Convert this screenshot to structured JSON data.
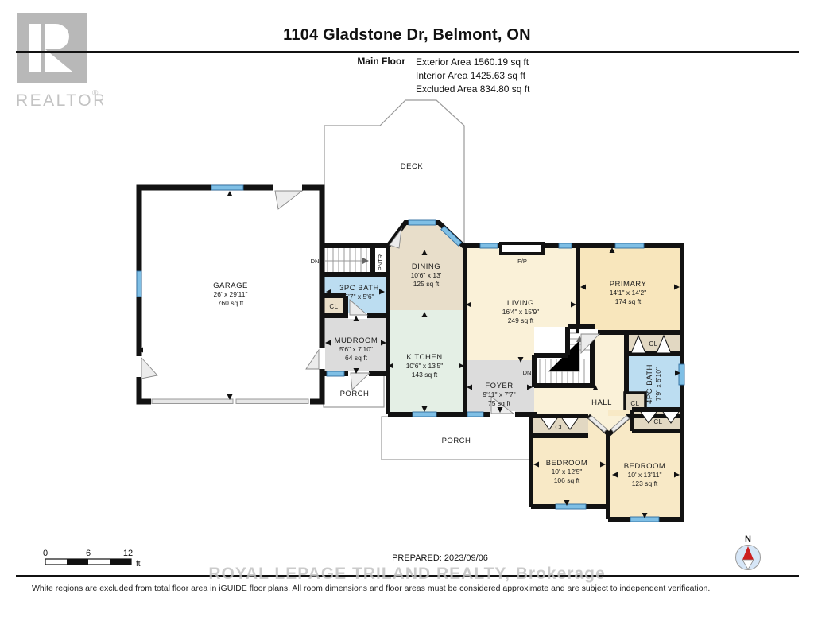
{
  "header": {
    "title": "1104 Gladstone Dr, Belmont, ON",
    "floor_label": "Main Floor",
    "areas": [
      "Exterior Area 1560.19 sq ft",
      "Interior Area 1425.63 sq ft",
      "Excluded Area 834.80 sq ft"
    ],
    "logo_text": "REALTOR",
    "logo_reg": "®"
  },
  "plan": {
    "rooms": {
      "deck": {
        "name": "DECK"
      },
      "garage": {
        "name": "GARAGE",
        "dims": "26' x 29'11\"",
        "area": "760 sq ft"
      },
      "dining": {
        "name": "DINING",
        "dims": "10'6\" x 13'",
        "area": "125 sq ft"
      },
      "kitchen": {
        "name": "KITCHEN",
        "dims": "10'6\" x 13'5\"",
        "area": "143 sq ft"
      },
      "living": {
        "name": "LIVING",
        "dims": "16'4\" x 15'9\"",
        "area": "249 sq ft"
      },
      "primary": {
        "name": "PRIMARY",
        "dims": "14'1\" x 14'2\"",
        "area": "174 sq ft"
      },
      "bath3pc": {
        "name": "3PC BATH",
        "dims": "5'7\" x 5'6\""
      },
      "bath4pc": {
        "name": "4PC BATH",
        "dims": "7'9\" x 5'10\""
      },
      "mudroom": {
        "name": "MUDROOM",
        "dims": "5'6\" x 7'10\"",
        "area": "64 sq ft"
      },
      "foyer": {
        "name": "FOYER",
        "dims": "9'11\" x 7'7\"",
        "area": "75 sq ft"
      },
      "hall": {
        "name": "HALL"
      },
      "bedroom_left": {
        "name": "BEDROOM",
        "dims": "10' x 12'5\"",
        "area": "106 sq ft"
      },
      "bedroom_right": {
        "name": "BEDROOM",
        "dims": "10' x 13'11\"",
        "area": "123 sq ft"
      },
      "porch_small": {
        "name": "PORCH"
      },
      "porch_large": {
        "name": "PORCH"
      }
    },
    "labels": {
      "cl": "CL",
      "dn": "DN",
      "fp": "F/P",
      "pntr": "PNTR"
    }
  },
  "scale_bar": {
    "tick0": "0",
    "tick1": "6",
    "tick2": "12",
    "unit": "ft"
  },
  "compass": {
    "north": "N"
  },
  "footer": {
    "prepared": "PREPARED: 2023/09/06",
    "watermark": "ROYAL LEPAGE TRILAND REALTY, Brokerage",
    "disclaimer": "White regions are excluded from total floor area in iGUIDE floor plans. All room dimensions and floor areas must be considered approximate and are subject to independent verification."
  },
  "colors": {
    "wall": "#121212",
    "window_blue": "#7fbfe5",
    "bath_blue": "#bcddf1",
    "dining_tan": "#e8deca",
    "kitchen_green": "#e4efe5",
    "living_cream": "#faf1d8",
    "bedroom_peach": "#f8e9c6",
    "closet_tan": "#e2d8c2",
    "grey_room": "#dcdcdc"
  }
}
